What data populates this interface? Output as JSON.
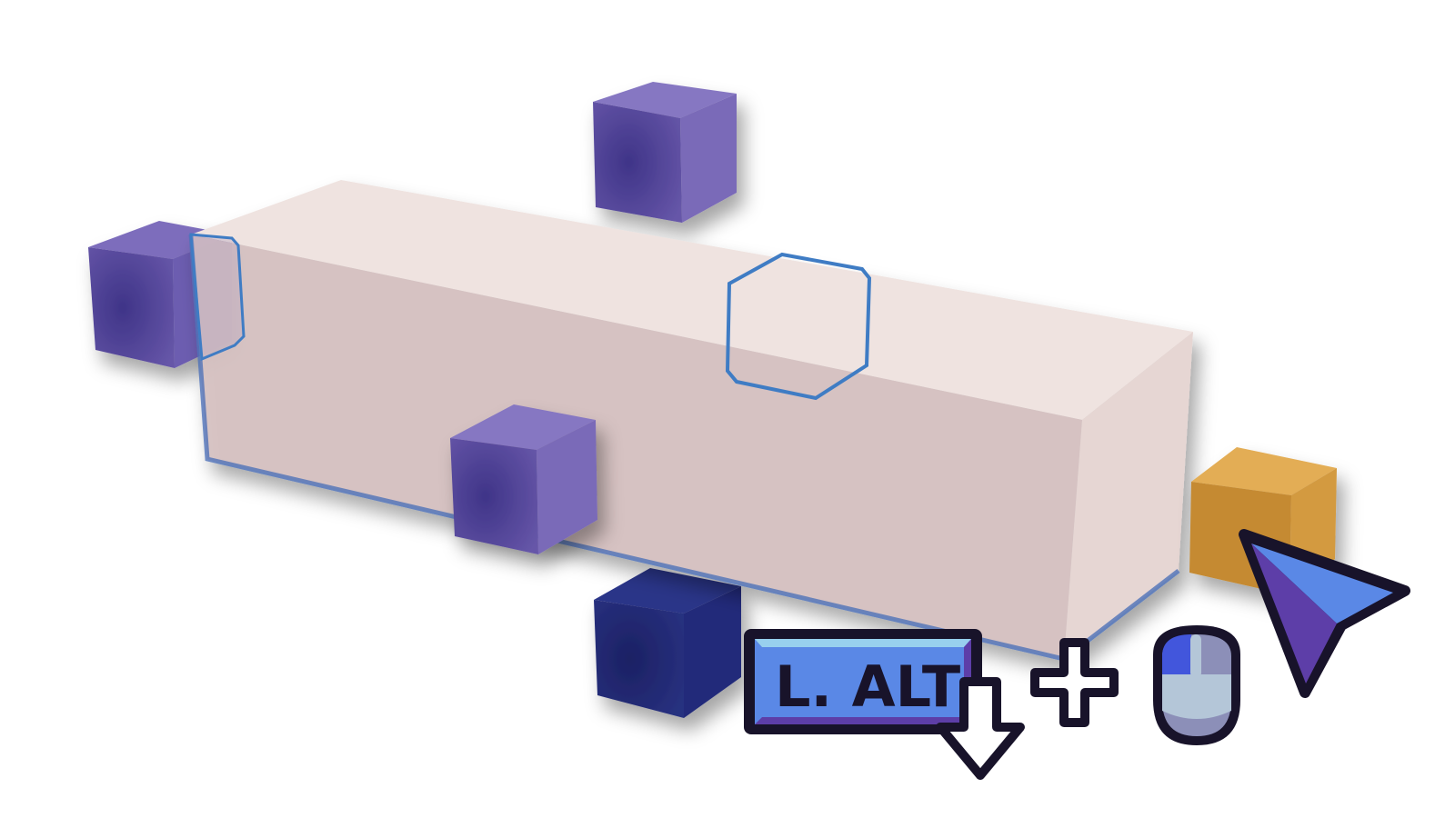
{
  "hint": {
    "key_label": "L. ALT",
    "key_action": "press-down",
    "combinator": "plus",
    "mouse_button": "left-click",
    "icons": [
      "keyboard-key-icon",
      "arrow-down-icon",
      "plus-icon",
      "mouse-icon",
      "cursor-arrow-icon"
    ]
  },
  "scene": {
    "selected_part": "translucent-box",
    "parts": [
      "top-cube",
      "left-cube",
      "middle-cube",
      "bottom-cube",
      "orange-cube"
    ]
  },
  "colors": {
    "cube_purple": "#6a5bb0",
    "cube_dark": "#232a78",
    "cube_orange": "#d99a3a",
    "box": "#d9c3c3",
    "selection_outline": "#3f7cc4",
    "key_blue": "#5a88e6",
    "outline": "#18132a"
  }
}
